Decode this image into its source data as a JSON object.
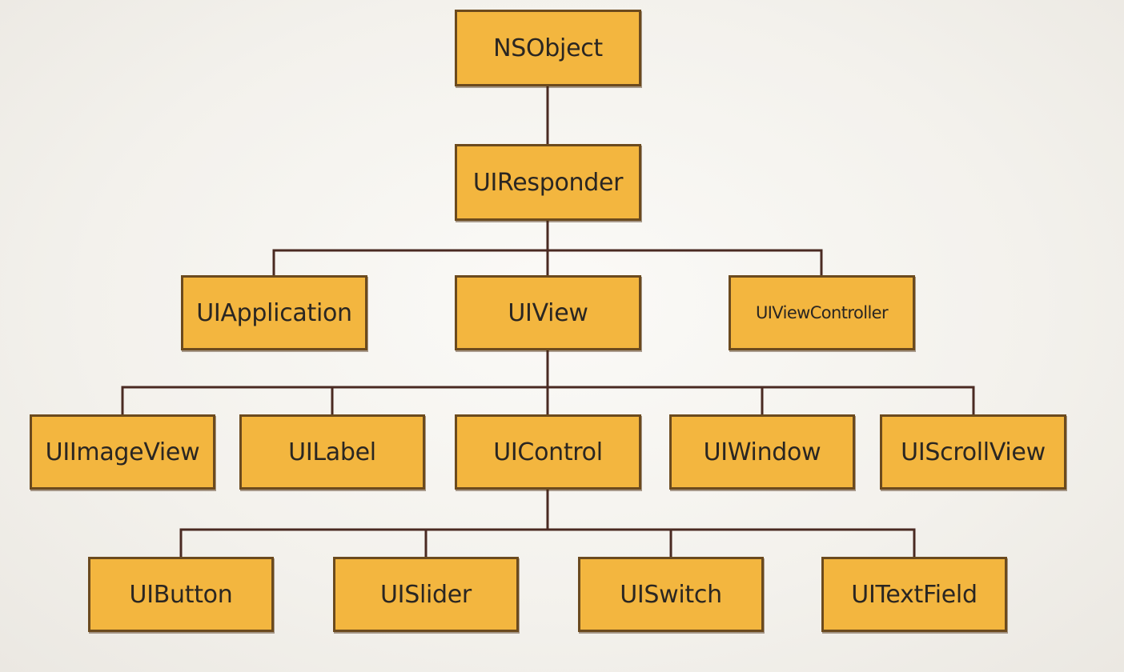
{
  "hierarchy": {
    "root": {
      "label": "NSObject",
      "child": {
        "label": "UIResponder",
        "children": [
          {
            "label": "UIApplication"
          },
          {
            "label": "UIView",
            "children": [
              {
                "label": "UIImageView"
              },
              {
                "label": "UILabel"
              },
              {
                "label": "UIControl",
                "children": [
                  {
                    "label": "UIButton"
                  },
                  {
                    "label": "UISlider"
                  },
                  {
                    "label": "UISwitch"
                  },
                  {
                    "label": "UITextField"
                  }
                ]
              },
              {
                "label": "UIWindow"
              },
              {
                "label": "UIScrollView"
              }
            ]
          },
          {
            "label": "UIViewController"
          }
        ]
      }
    }
  },
  "colors": {
    "box_fill": "#f3b63f",
    "box_border": "#6b4a1e",
    "connector": "#4a2a22",
    "text": "#2a2622"
  }
}
